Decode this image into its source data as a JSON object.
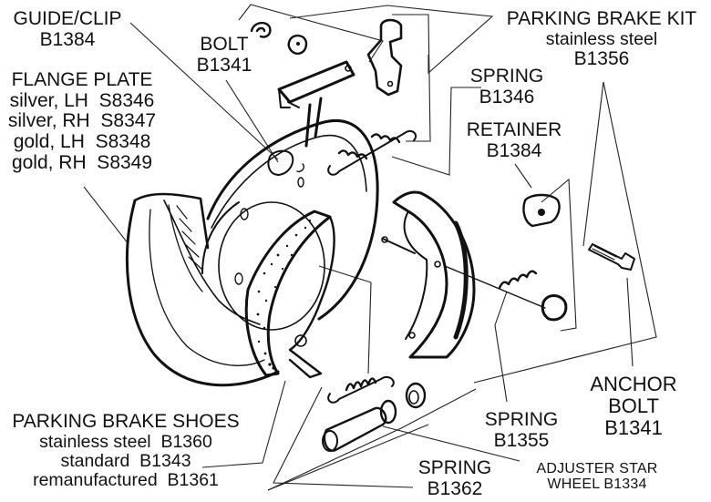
{
  "diagram": {
    "subject": "Parking brake assembly exploded view",
    "labels": {
      "guide_clip": {
        "title": "GUIDE/CLIP",
        "part": "B1384"
      },
      "bolt": {
        "title": "BOLT",
        "part": "B1341"
      },
      "flange_plate": {
        "title": "FLANGE PLATE",
        "options": [
          {
            "text": "silver, LH  S8346"
          },
          {
            "text": "silver, RH  S8347"
          },
          {
            "text": "gold, LH  S8348"
          },
          {
            "text": "gold, RH  S8349"
          }
        ]
      },
      "parking_brake_kit": {
        "title": "PARKING BRAKE KIT",
        "subtitle": "stainless steel",
        "part": "B1356"
      },
      "spring_1346": {
        "title": "SPRING",
        "part": "B1346"
      },
      "retainer": {
        "title": "RETAINER",
        "part": "B1384"
      },
      "anchor_bolt": {
        "title_1": "ANCHOR",
        "title_2": "BOLT",
        "part": "B1341"
      },
      "spring_1355": {
        "title": "SPRING",
        "part": "B1355"
      },
      "spring_1362": {
        "title": "SPRING",
        "part": "B1362"
      },
      "adjuster": {
        "title": "ADJUSTER STAR",
        "part": "WHEEL B1334"
      },
      "parking_brake_shoes": {
        "title": "PARKING BRAKE SHOES",
        "options": [
          {
            "text": "stainless steel  B1360"
          },
          {
            "text": "standard  B1343"
          },
          {
            "text": "remanufactured  B1361"
          }
        ]
      }
    }
  }
}
